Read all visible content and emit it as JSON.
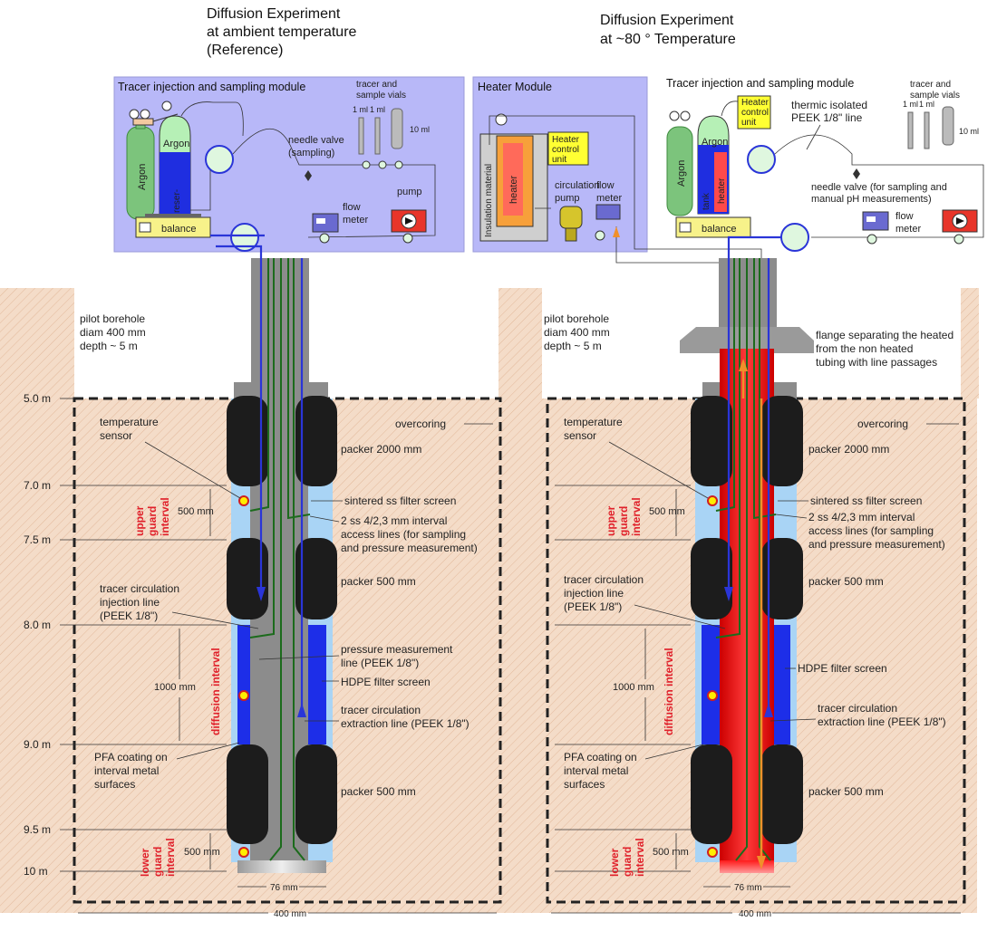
{
  "titles": {
    "left": [
      "Diffusion Experiment",
      "at ambient temperature",
      "(Reference)"
    ],
    "right": [
      "Diffusion Experiment",
      "at ~80 ° Temperature"
    ]
  },
  "modules": {
    "left_injection": "Tracer injection and sampling module",
    "heater": "Heater Module",
    "right_injection": "Tracer injection and sampling module"
  },
  "components": {
    "argon": "Argon",
    "reservoir": [
      "reser-",
      "voir",
      "tank"
    ],
    "heater": "heater",
    "heater_control": [
      "Heater",
      "control",
      "unit"
    ],
    "insulation": "Insulation material",
    "balance": "balance",
    "tracer_vials": [
      "tracer and",
      "sample vials"
    ],
    "vial_1ml": "1 ml",
    "vial_10ml": "10 ml",
    "needle_valve_left": [
      "needle valve",
      "(sampling)"
    ],
    "needle_valve_right": [
      "needle valve (for sampling and",
      "manual pH measurements)"
    ],
    "flow_meter": [
      "flow",
      "meter"
    ],
    "pump": "pump",
    "circulation_pump": [
      "circulation",
      "pump"
    ],
    "peek_line": [
      "thermic isolated",
      "PEEK 1/8\" line"
    ]
  },
  "borehole": {
    "pilot": [
      "pilot borehole",
      "diam 400 mm",
      "depth ~ 5 m"
    ],
    "flange": [
      "flange separating the heated",
      "from the non heated",
      "tubing with line passages"
    ],
    "overcoring": "overcoring",
    "width_76": "76 mm",
    "width_400": "400 mm"
  },
  "depths": [
    "5.0 m",
    "7.0 m",
    "7.5 m",
    "8.0 m",
    "9.0 m",
    "9.5 m",
    "10 m"
  ],
  "intervals": {
    "upper_guard": [
      "upper",
      "guard",
      "interval"
    ],
    "diffusion": "diffusion interval",
    "lower_guard": [
      "lower",
      "guard",
      "interval"
    ],
    "len_500": "500 mm",
    "len_1000": "1000 mm"
  },
  "labels": {
    "temperature_sensor": [
      "temperature",
      "sensor"
    ],
    "packer_2000": "packer 2000 mm",
    "packer_500": "packer 500 mm",
    "filter_ss": "sintered ss filter screen",
    "access_lines": [
      "2 ss 4/2,3 mm interval",
      "access lines (for sampling",
      "and pressure measurement)"
    ],
    "injection_line": [
      "tracer circulation",
      "injection line",
      "(PEEK 1/8\")"
    ],
    "pressure_line": [
      "pressure measurement",
      "line (PEEK 1/8\")"
    ],
    "hdpe_filter": "HDPE filter screen",
    "extraction_line": [
      "tracer circulation",
      "extraction line (PEEK 1/8\")"
    ],
    "pfa_coating": [
      "PFA coating on",
      "interval metal",
      "surfaces"
    ]
  },
  "colors": {
    "module_bg": "#b8b8f8",
    "rock": "#f3d7c3",
    "packer": "#1c1c1c",
    "filter_blue": "#1d2ee8",
    "light_blue": "#a9d4f5",
    "tube_gray": "#8c8c8c",
    "green_line": "#1c6b1c",
    "blue_line": "#2a35d8",
    "heat_red": "#ff1a1a",
    "orange_line": "#f0902a"
  }
}
